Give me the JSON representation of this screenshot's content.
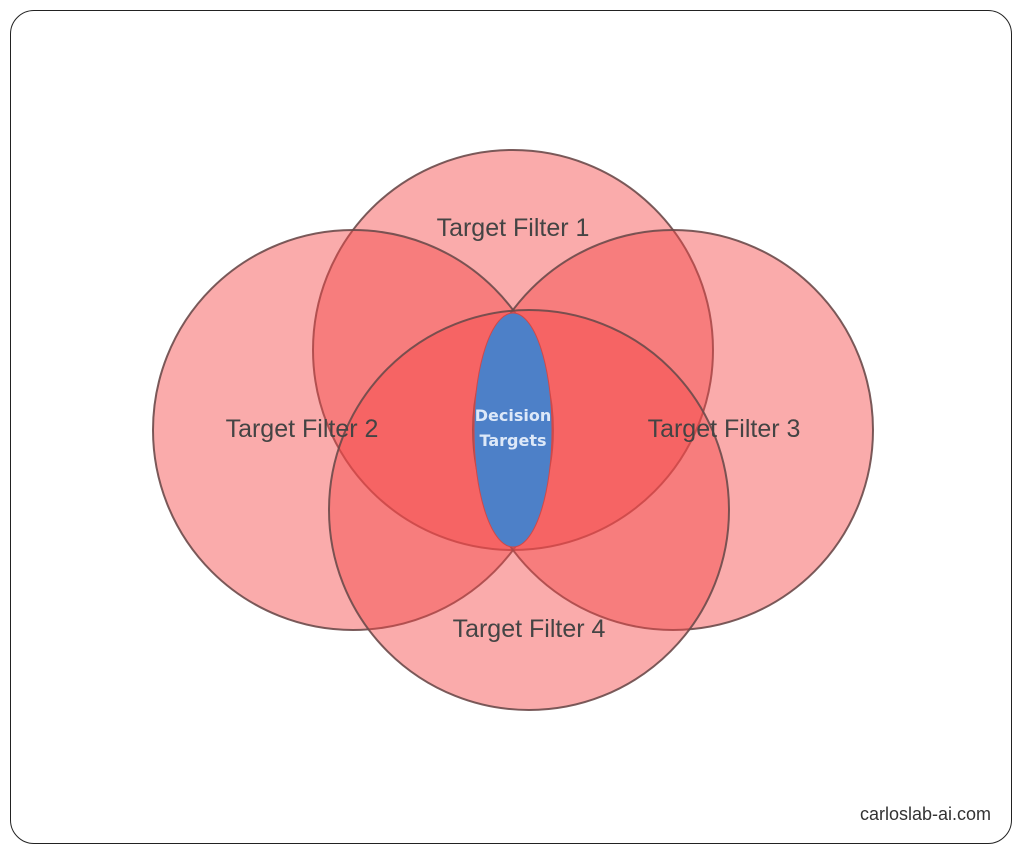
{
  "diagram": {
    "filters": [
      {
        "label": "Target Filter 1"
      },
      {
        "label": "Target Filter 2"
      },
      {
        "label": "Target Filter 3"
      },
      {
        "label": "Target Filter 4"
      }
    ],
    "center": {
      "line1": "Decision",
      "line2": "Targets"
    },
    "colors": {
      "circle_fill": "#f44848",
      "circle_stroke": "#6b4a4a",
      "center_fill": "#4d80c8"
    }
  },
  "credit": "carloslab-ai.com"
}
